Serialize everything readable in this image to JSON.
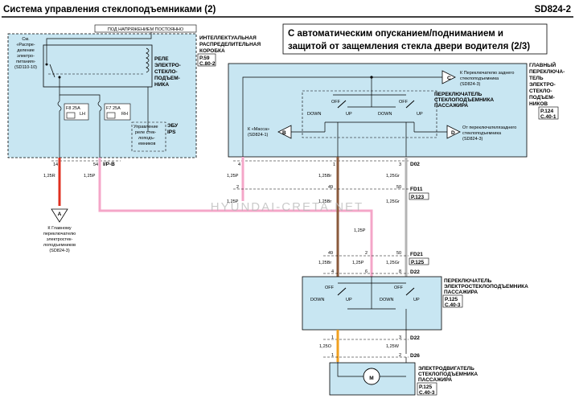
{
  "header": {
    "title": "Система управления стеклоподъемниками (2)",
    "code": "SD824-2",
    "subtitle_line1": "С автоматическим опусканием/подниманием и",
    "subtitle_line2": "защитой от защемления стекла двери водителя (2/3)"
  },
  "watermark": "HYUNDAI-CRETA.NET",
  "left_box": {
    "always_on": "ПОД НАПРЯЖЕНИЕМ ПОСТОЯННО",
    "title_l1": "ИНТЕЛЛЕКТУАЛЬНАЯ",
    "title_l2": "РАСПРЕДЕЛИТЕЛЬНАЯ",
    "title_l3": "КОРОБКА",
    "ref_l1": "P.59",
    "ref_l2": "C.80-2",
    "see_l1": "См.",
    "see_l2": "«Распре-",
    "see_l3": "деление",
    "see_l4": "электро-",
    "see_l5": "питания»",
    "see_l6": "(SD110-10)",
    "relay_l1": "РЕЛЕ",
    "relay_l2": "ЭЛЕКТРО-",
    "relay_l3": "СТЕКЛО-",
    "relay_l4": "ПОДЪЕМ-",
    "relay_l5": "НИКА",
    "fuse1_name": "F8 25A",
    "fuse1_sub": "LH",
    "fuse2_name": "F7 25A",
    "fuse2_sub": "RH",
    "ctrl_l1": "Управление",
    "ctrl_l2": "реле стек-",
    "ctrl_l3": "лоподъ-",
    "ctrl_l4": "емников",
    "ips_l1": "ЭБУ",
    "ips_l2": "IPS",
    "pin_14": "14",
    "pin_54": "54",
    "conn_ipb": "I/P-B",
    "wire_125r": "1,25R",
    "wire_125p": "1,25P",
    "marker_a": "A",
    "to_l1": "К Главному",
    "to_l2": "переключателю",
    "to_l3": "электростек-",
    "to_l4": "лоподъемников",
    "to_l5": "(SD824-3)"
  },
  "main_switch": {
    "title_l1": "ГЛАВНЫЙ",
    "title_l2": "ПЕРЕКЛЮЧА-",
    "title_l3": "ТЕЛЬ",
    "title_l4": "ЭЛЕКТРО-",
    "title_l5": "СТЕКЛО-",
    "title_l6": "ПОДЪЕМ-",
    "title_l7": "НИКОВ",
    "ref_l1": "P.124",
    "ref_l2": "C.40-1",
    "inner_l1": "ПЕРЕКЛЮЧАТЕЛЬ",
    "inner_l2": "СТЕКЛОПОДЪЕМНИКА",
    "inner_l3": "ПАССАЖИРА",
    "marker_c": "C",
    "c_l1": "К Переключателю заднего",
    "c_l2": "стеклоподъемника",
    "c_l3": "(SD824-3)",
    "marker_b": "B",
    "b_l1": "К «Масса»",
    "b_l2": "(SD824-1)",
    "marker_d": "D",
    "d_l1": "От переключателязаднего",
    "d_l2": "стеклоподъемника",
    "d_l3": "(SD824-3)",
    "off_left": "OFF",
    "off_right": "OFF",
    "down_left": "DOWN",
    "up_left": "UP",
    "down_right": "DOWN",
    "up_right": "UP",
    "pin_4": "4",
    "pin_1": "1",
    "pin_3": "3",
    "conn_d02": "D02"
  },
  "fd11": {
    "w1": "1,25P",
    "w2": "1,25Br",
    "w3": "1,25Gr",
    "pin_2": "2",
    "pin_49": "49",
    "pin_50": "50",
    "conn": "FD11",
    "ref": "P.123",
    "w4": "1,25P",
    "w5": "1,25Br",
    "w6": "1,25Gr"
  },
  "fd21": {
    "mid_wire": "1,25P",
    "pin_49": "49",
    "pin_2": "2",
    "pin_50": "50",
    "conn": "FD21",
    "ref": "P.125",
    "w1": "1,25Br",
    "w2": "1,25P",
    "w3": "1,25Gr",
    "pin_4": "4",
    "pin_6": "6",
    "pin_8": "8",
    "conn_d22": "D22"
  },
  "pass_switch": {
    "title_l1": "ПЕРЕКЛЮЧАТЕЛЬ",
    "title_l2": "ЭЛЕКТРОСТЕКЛОПОДЪЕМНИКА",
    "title_l3": "ПАССАЖИРА",
    "ref_l1": "P.125",
    "ref_l2": "C.40-3",
    "off_left": "OFF",
    "off_right": "OFF",
    "down_left": "DOWN",
    "up_left": "UP",
    "down_right": "DOWN",
    "up_right": "UP",
    "pin_1": "1",
    "pin_3": "3",
    "conn_d22": "D22",
    "wire_o": "1,25O",
    "wire_w": "1,25W",
    "pin_1b": "1",
    "pin_2b": "2",
    "conn_d26": "D26"
  },
  "motor": {
    "symbol": "M",
    "title_l1": "ЭЛЕКТРОДВИГАТЕЛЬ",
    "title_l2": "СТЕКЛОПОДЪЕМНИКА",
    "title_l3": "ПАССАЖИРА",
    "ref_l1": "P.125",
    "ref_l2": "C.40-3"
  },
  "colors": {
    "section_fill": "#c8e6f2",
    "wire_pink": "#f4a6c8",
    "wire_brown": "#8b5a3c",
    "wire_gray": "#b4b4b4",
    "wire_red": "#e03020",
    "wire_orange": "#f0a020",
    "header_rule": "#000000"
  }
}
